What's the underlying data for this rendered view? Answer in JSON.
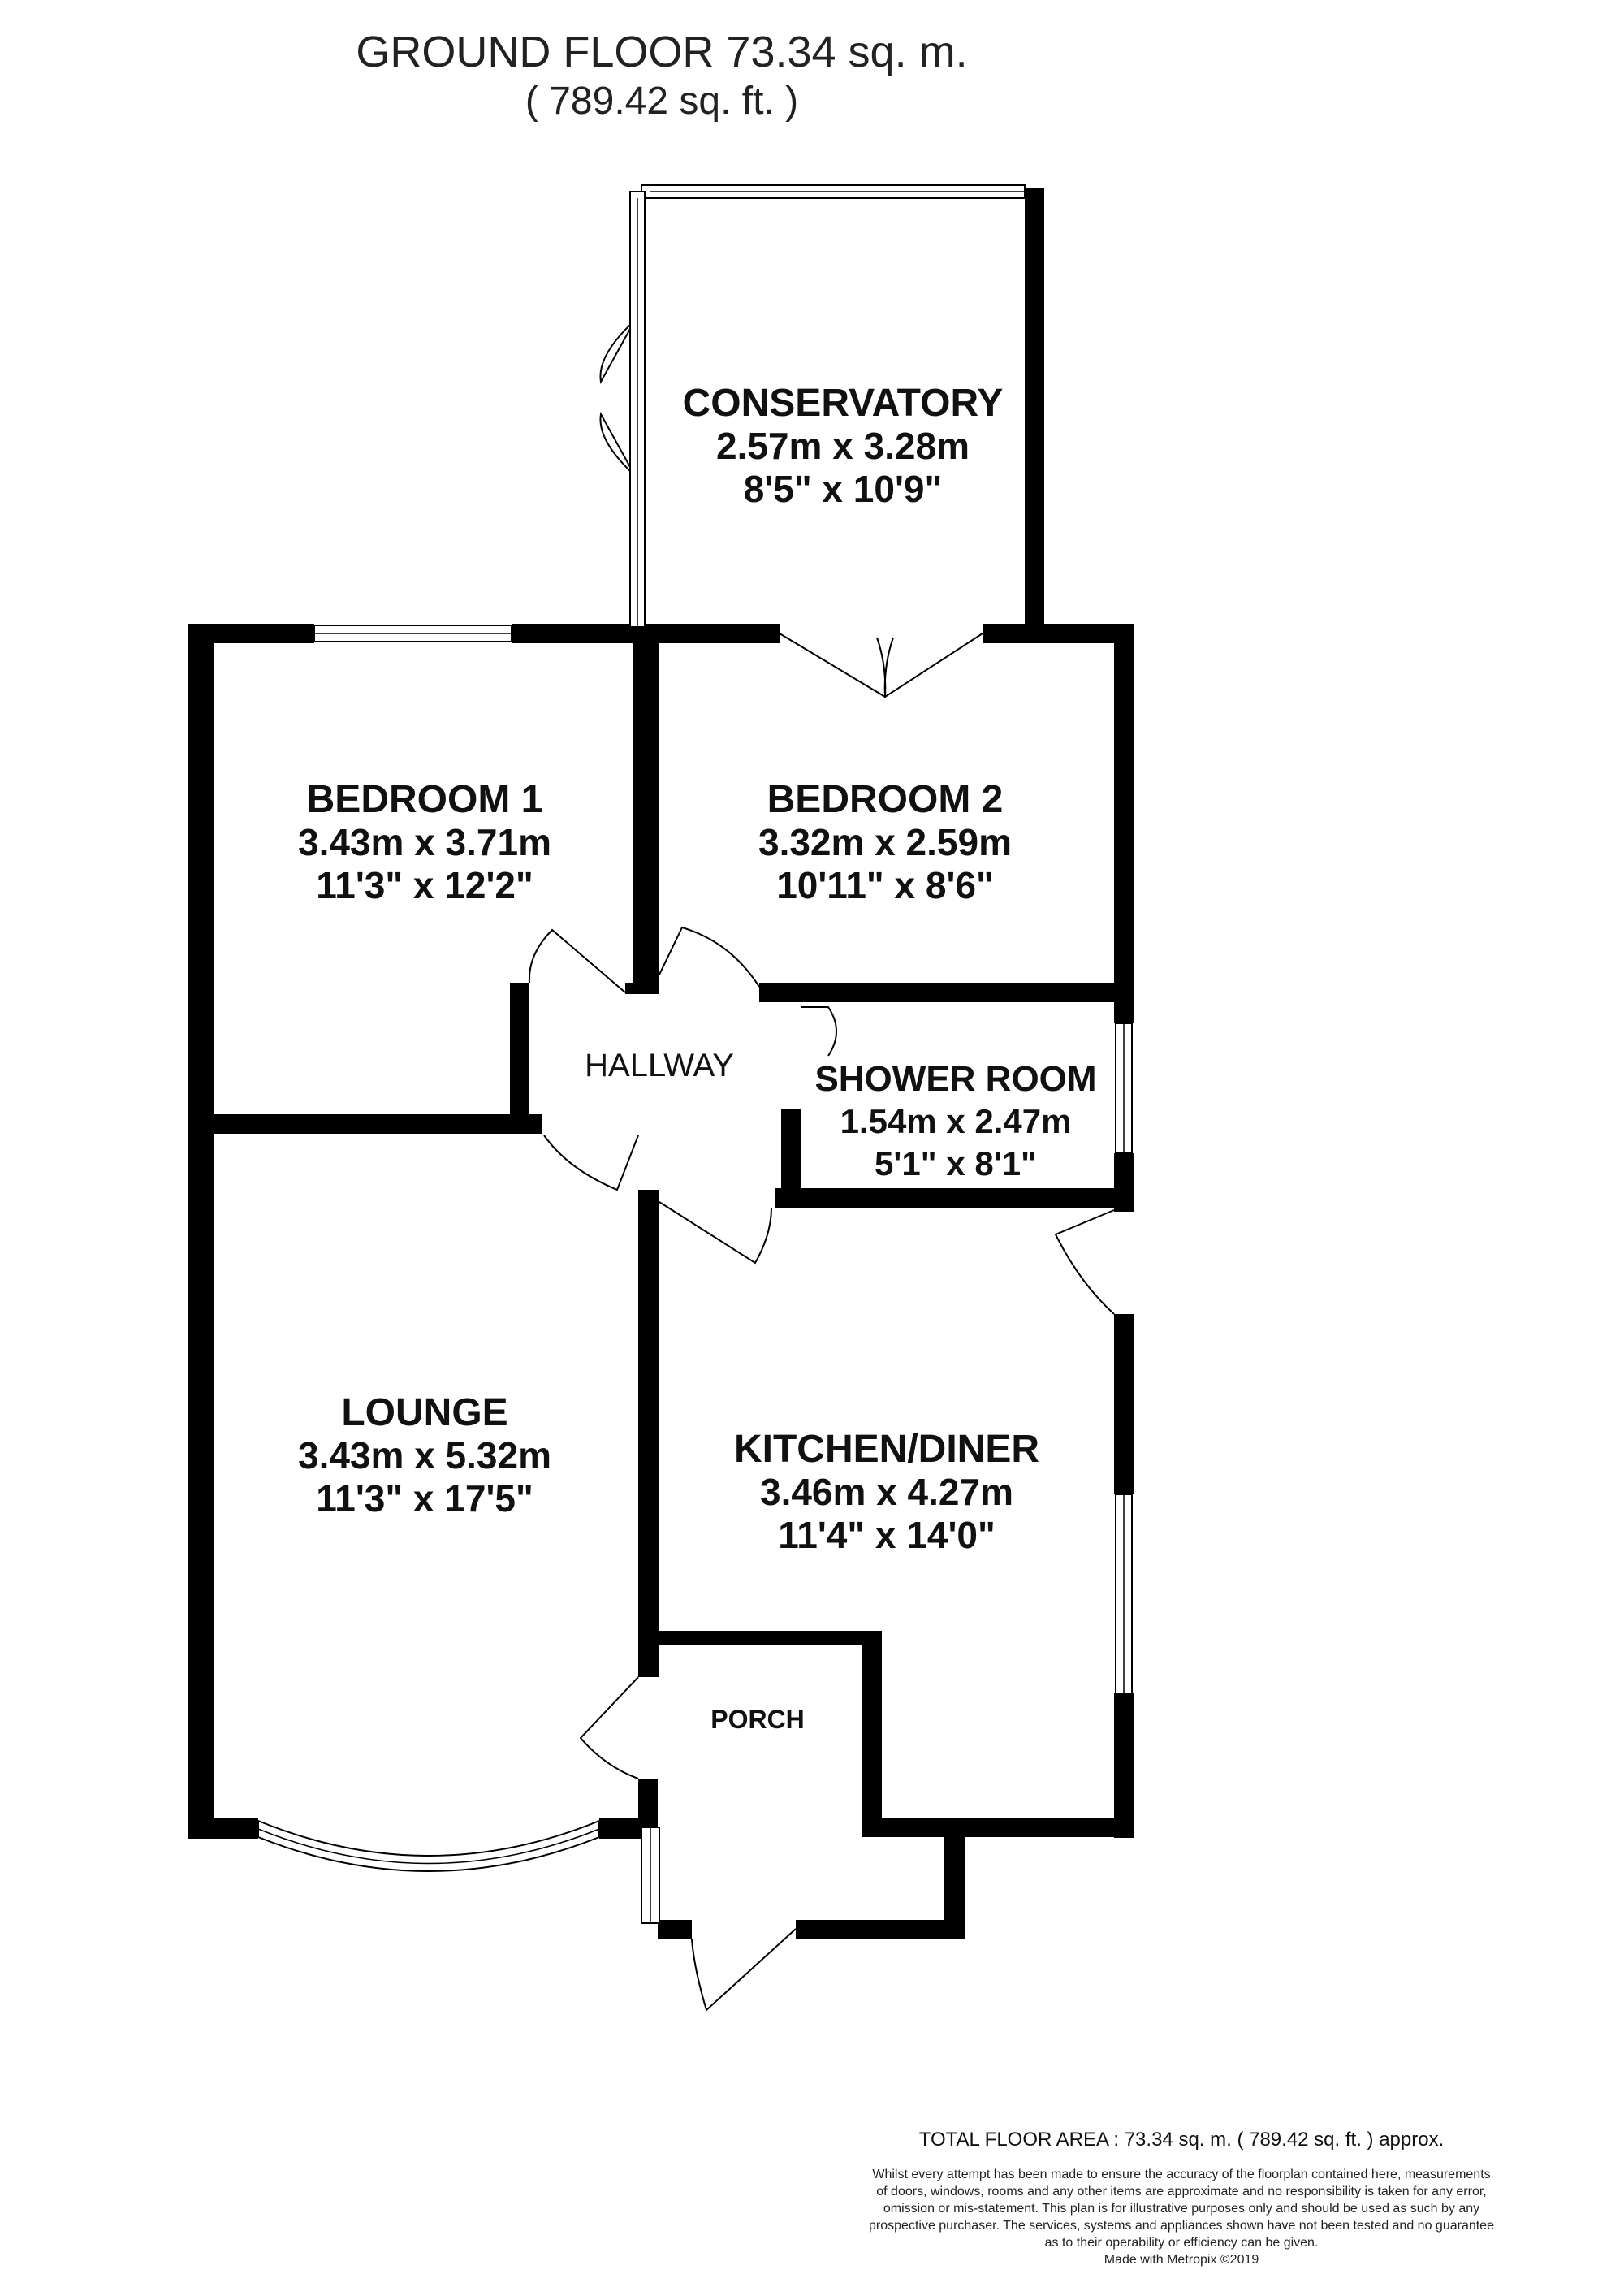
{
  "header": {
    "title": "GROUND FLOOR 73.34 sq. m.",
    "subtitle": "( 789.42 sq. ft. )"
  },
  "rooms": {
    "conservatory": {
      "name": "CONSERVATORY",
      "metric": "2.57m x 3.28m",
      "imperial": "8'5\" x 10'9\""
    },
    "bedroom1": {
      "name": "BEDROOM 1",
      "metric": "3.43m x 3.71m",
      "imperial": "11'3\" x 12'2\""
    },
    "bedroom2": {
      "name": "BEDROOM 2",
      "metric": "3.32m x 2.59m",
      "imperial": "10'11\" x 8'6\""
    },
    "hallway": {
      "name": "HALLWAY"
    },
    "shower": {
      "name": "SHOWER ROOM",
      "metric": "1.54m x 2.47m",
      "imperial": "5'1\" x 8'1\""
    },
    "lounge": {
      "name": "LOUNGE",
      "metric": "3.43m x 5.32m",
      "imperial": "11'3\" x 17'5\""
    },
    "kitchen": {
      "name": "KITCHEN/DINER",
      "metric": "3.46m x 4.27m",
      "imperial": "11'4\" x 14'0\""
    },
    "porch": {
      "name": "PORCH"
    }
  },
  "footer": {
    "total": "TOTAL FLOOR AREA : 73.34 sq. m. ( 789.42 sq. ft. ) approx.",
    "disclaimer": [
      "Whilst every attempt has been made to ensure the accuracy of the floorplan contained here, measurements",
      "of doors, windows, rooms and any other items are approximate and no responsibility is taken for any error,",
      "omission or mis-statement. This plan is for illustrative purposes only and should be used as such by any",
      "prospective purchaser. The services, systems and appliances shown have not been tested and no guarantee",
      "as to their operability or efficiency can be given.",
      "Made with Metropix ©2019"
    ]
  }
}
